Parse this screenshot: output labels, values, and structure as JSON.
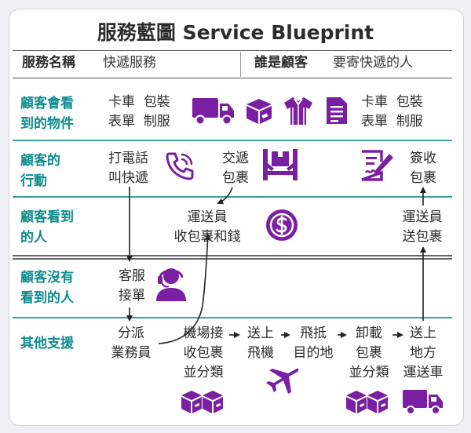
{
  "title": "服務藍圖 Service Blueprint",
  "header": {
    "service_name_label": "服務名稱",
    "service_name_value": "快遞服務",
    "customer_label": "誰是顧客",
    "customer_value": "要寄快遞的人"
  },
  "lanes": [
    {
      "label_1": "顧客會看",
      "label_2": "到的物件"
    },
    {
      "label_1": "顧客的",
      "label_2": "行動"
    },
    {
      "label_1": "顧客看到",
      "label_2": "的人"
    },
    {
      "label_1": "顧客沒有",
      "label_2": "看到的人"
    },
    {
      "label_1": "其他支援",
      "label_2": ""
    }
  ],
  "physical": {
    "left_1": "卡車",
    "left_2": "包裝",
    "left_3": "表單",
    "left_4": "制服",
    "right_1": "卡車",
    "right_2": "包裝",
    "right_3": "表單",
    "right_4": "制服"
  },
  "actions": {
    "call_1": "打電話",
    "call_2": "叫快遞",
    "handover_1": "交遞",
    "handover_2": "包裹",
    "sign_1": "簽收",
    "sign_2": "包裹"
  },
  "frontstage": {
    "courier_collect_1": "運送員",
    "courier_collect_2": "收包裹和錢",
    "courier_deliver_1": "運送員",
    "courier_deliver_2": "送包裹"
  },
  "backstage": {
    "cs_1": "客服",
    "cs_2": "接單"
  },
  "support": {
    "dispatch_1": "分派",
    "dispatch_2": "業務員",
    "airport_1": "機場接",
    "airport_2": "收包裹",
    "airport_3": "並分類",
    "flight_1": "送上",
    "flight_2": "飛機",
    "dest_1": "飛抵",
    "dest_2": "目的地",
    "unload_1": "卸載",
    "unload_2": "包裹",
    "unload_3": "並分類",
    "deliver_1": "送上",
    "deliver_2": "地方",
    "deliver_3": "運送車"
  },
  "colors": {
    "accent": "#7a1fa2",
    "teal": "#0f8c8f"
  },
  "icons": [
    "truck-icon",
    "box-icon",
    "uniform-icon",
    "form-icon",
    "phone-icon",
    "handover-icon",
    "sign-icon",
    "dollar-icon",
    "agent-icon",
    "plane-icon",
    "boxes-icon"
  ]
}
